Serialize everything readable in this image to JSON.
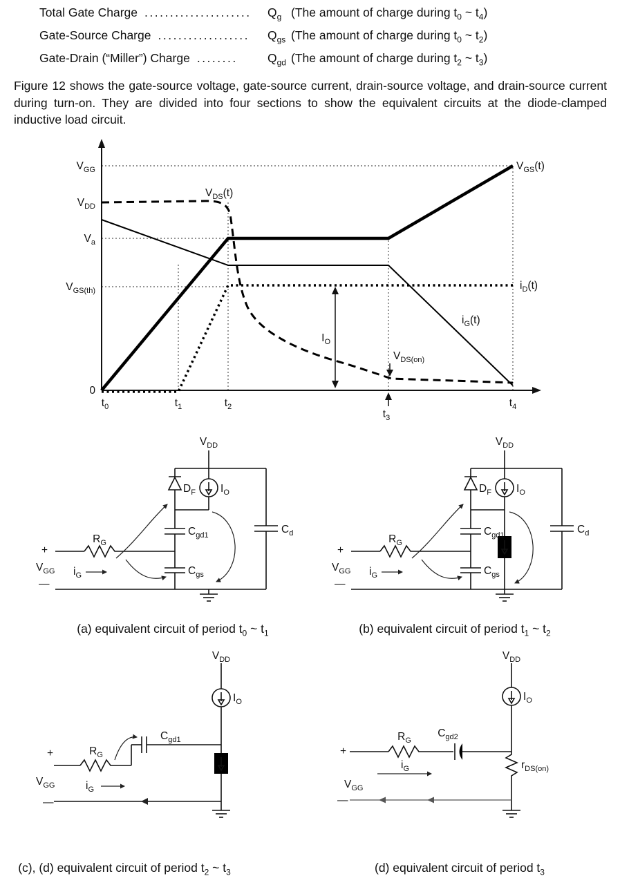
{
  "definitions": [
    {
      "term": "Total Gate Charge",
      "dots": ".....................",
      "q": "Q",
      "qsub": "g",
      "d1": "(The amount of charge during t",
      "s1": "0",
      "d2": " ~ t",
      "s2": "4",
      "d3": ")"
    },
    {
      "term": "Gate-Source Charge",
      "dots": "..................",
      "q": "Q",
      "qsub": "gs",
      "d1": "(The amount of charge during t",
      "s1": "0",
      "d2": " ~ t",
      "s2": "2",
      "d3": ")"
    },
    {
      "term": "Gate-Drain (“Miller”) Charge",
      "dots": "........",
      "q": "Q",
      "qsub": "gd",
      "d1": "(The amount of charge during t",
      "s1": "2",
      "d2": " ~ t",
      "s2": "3",
      "d3": ")"
    }
  ],
  "paragraph": "Figure 12 shows the gate-source voltage, gate-source current, drain-source voltage, and drain-source current during turn-on. They are divided into four sections to show the equivalent circuits at the diode-clamped inductive load circuit.",
  "chart": {
    "labels": {
      "vgg": {
        "t": "V",
        "s": "GG"
      },
      "vdd": {
        "t": "V",
        "s": "DD"
      },
      "va": {
        "t": "V",
        "s": "a"
      },
      "vgsth": {
        "t": "V",
        "s": "GS(th)"
      },
      "zero": {
        "t": "0"
      },
      "t0": {
        "t": "t",
        "s": "0"
      },
      "t1": {
        "t": "t",
        "s": "1"
      },
      "t2": {
        "t": "t",
        "s": "2"
      },
      "t3": {
        "t": "t",
        "s": "3"
      },
      "t4": {
        "t": "t",
        "s": "4"
      },
      "vgs_curve": {
        "t": "V",
        "s": "GS",
        "x": "(t)"
      },
      "vds_curve": {
        "t": "V",
        "s": "DS",
        "x": "(t)"
      },
      "id_curve": {
        "t": "i",
        "s": "D",
        "x": "(t)"
      },
      "ig_curve": {
        "t": "i",
        "s": "G",
        "x": "(t)"
      },
      "io": {
        "t": "I",
        "s": "O"
      },
      "vdson": {
        "t": "V",
        "s": "DS(on)"
      }
    }
  },
  "chart_data": {
    "type": "line",
    "x_ticks": [
      "t0",
      "t1",
      "t2",
      "t3",
      "t4"
    ],
    "y_ticks": [
      "VGG",
      "VDD",
      "Va",
      "VGS(th)",
      "0"
    ],
    "series": [
      {
        "name": "VGS(t)",
        "style": "thick solid",
        "points": [
          {
            "x": "t0",
            "y": "0"
          },
          {
            "x": "t2",
            "y": "Va"
          },
          {
            "x": "t3",
            "y": "Va"
          },
          {
            "x": "t4",
            "y": "VGG"
          }
        ]
      },
      {
        "name": "VDS(t)",
        "style": "thick dashed",
        "points": [
          {
            "x": "t0",
            "y": "VDD"
          },
          {
            "x": "t2",
            "y": "VDD"
          },
          {
            "x": "t3",
            "y": "VDS(on)"
          },
          {
            "x": "t4",
            "y": "VDS(on)"
          }
        ]
      },
      {
        "name": "iD(t)",
        "style": "dotted",
        "points": [
          {
            "x": "t0",
            "y": "0"
          },
          {
            "x": "t1",
            "y": "0"
          },
          {
            "x": "t2",
            "y": "IO"
          },
          {
            "x": "t4",
            "y": "IO"
          }
        ]
      },
      {
        "name": "iG(t)",
        "style": "thin solid",
        "points": [
          {
            "x": "t0",
            "y": "peak"
          },
          {
            "x": "t2",
            "y": "Miller plateau"
          },
          {
            "x": "t3",
            "y": "Miller plateau"
          },
          {
            "x": "t4",
            "y": "0"
          }
        ]
      }
    ],
    "annotations": [
      "IO double-headed vertical arrow between iD plateau and VDS(on) level",
      "VDS(on) arrow pointing to dashed curve near t3",
      "up arrow marking t3 below the time axis"
    ]
  },
  "circuits": {
    "a": {
      "labels": {
        "vdd": {
          "t": "V",
          "s": "DD"
        },
        "df": {
          "t": "D",
          "s": "F"
        },
        "io": {
          "t": "I",
          "s": "O"
        },
        "cgd1": {
          "t": "C",
          "s": "gd1"
        },
        "cgs": {
          "t": "C",
          "s": "gs"
        },
        "cd": {
          "t": "C",
          "s": "d"
        },
        "rg": {
          "t": "R",
          "s": "G"
        },
        "vgg": {
          "t": "V",
          "s": "GG"
        },
        "ig": {
          "t": "i",
          "s": "G"
        },
        "plus": "+",
        "minus": "—"
      },
      "caption": {
        "p1": "(a) equivalent circuit of period t",
        "s1": "0",
        "p2": " ~ t",
        "s2": "1"
      }
    },
    "b": {
      "labels": {
        "vdd": {
          "t": "V",
          "s": "DD"
        },
        "df": {
          "t": "D",
          "s": "F"
        },
        "io": {
          "t": "I",
          "s": "O"
        },
        "cgd1": {
          "t": "C",
          "s": "gd1"
        },
        "cgs": {
          "t": "C",
          "s": "gs"
        },
        "cd": {
          "t": "C",
          "s": "d"
        },
        "rg": {
          "t": "R",
          "s": "G"
        },
        "vgg": {
          "t": "V",
          "s": "GG"
        },
        "ig": {
          "t": "i",
          "s": "G"
        },
        "plus": "+",
        "minus": "—"
      },
      "caption": {
        "p1": "(b) equivalent circuit of period t",
        "s1": "1",
        "p2": " ~ t",
        "s2": "2"
      }
    },
    "c": {
      "labels": {
        "vdd": {
          "t": "V",
          "s": "DD"
        },
        "io": {
          "t": "I",
          "s": "O"
        },
        "cgd1": {
          "t": "C",
          "s": "gd1"
        },
        "rg": {
          "t": "R",
          "s": "G"
        },
        "vgg": {
          "t": "V",
          "s": "GG"
        },
        "ig": {
          "t": "i",
          "s": "G"
        },
        "plus": "+",
        "minus": "—"
      },
      "caption": {
        "p1": "(c), (d) equivalent circuit of period t",
        "s1": "2",
        "p2": " ~ t",
        "s2": "3"
      }
    },
    "d": {
      "labels": {
        "vdd": {
          "t": "V",
          "s": "DD"
        },
        "io": {
          "t": "I",
          "s": "O"
        },
        "cgd2": {
          "t": "C",
          "s": "gd2"
        },
        "rdson": {
          "t": "r",
          "s": "DS(on)"
        },
        "rg": {
          "t": "R",
          "s": "G"
        },
        "vgg": {
          "t": "V",
          "s": "GG"
        },
        "ig": {
          "t": "i",
          "s": "G"
        },
        "plus": "+",
        "minus": "—"
      },
      "caption": {
        "p1": "(d) equivalent circuit of period t",
        "s1": "3"
      }
    }
  }
}
